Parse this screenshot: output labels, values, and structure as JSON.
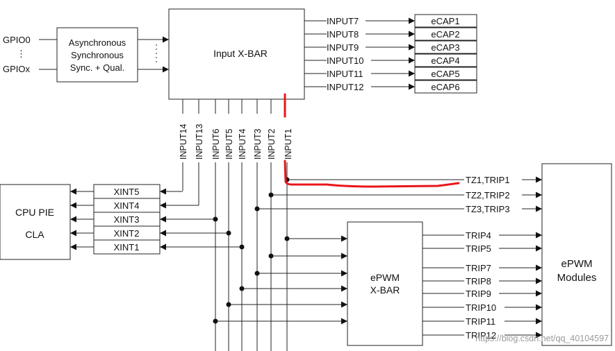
{
  "gpio": {
    "first": "GPIO0",
    "last": "GPIOx",
    "dots": "⋮"
  },
  "sync_block": {
    "line1": "Asynchronous",
    "line2": "Synchronous",
    "line3": "Sync. + Qual."
  },
  "input_xbar": {
    "title": "Input  X-BAR"
  },
  "ecap_rows": [
    {
      "input": "INPUT7",
      "module": "eCAP1"
    },
    {
      "input": "INPUT8",
      "module": "eCAP2"
    },
    {
      "input": "INPUT9",
      "module": "eCAP3"
    },
    {
      "input": "INPUT10",
      "module": "eCAP4"
    },
    {
      "input": "INPUT11",
      "module": "eCAP5"
    },
    {
      "input": "INPUT12",
      "module": "eCAP6"
    }
  ],
  "vertical_inputs": [
    "INPUT14",
    "INPUT13",
    "INPUT6",
    "INPUT5",
    "INPUT4",
    "INPUT3",
    "INPUT2",
    "INPUT1"
  ],
  "cpu_block": {
    "line1": "CPU PIE",
    "line2": "CLA"
  },
  "xint": [
    "XINT5",
    "XINT4",
    "XINT3",
    "XINT2",
    "XINT1"
  ],
  "epwm_xbar": {
    "line1": "ePWM",
    "line2": "X-BAR"
  },
  "epwm_modules": {
    "line1": "ePWM",
    "line2": "Modules"
  },
  "trip_direct": [
    "TZ1,TRIP1",
    "TZ2,TRIP2",
    "TZ3,TRIP3"
  ],
  "trip_xbar": [
    "TRIP4",
    "TRIP5",
    "TRIP7",
    "TRIP8",
    "TRIP9",
    "TRIP10",
    "TRIP11",
    "TRIP12"
  ],
  "watermark": "https://blog.csdn.net/qq_40104597",
  "colors": {
    "line": "#222222",
    "highlight": "#e8161b",
    "watermark": "#9a9a9a"
  }
}
